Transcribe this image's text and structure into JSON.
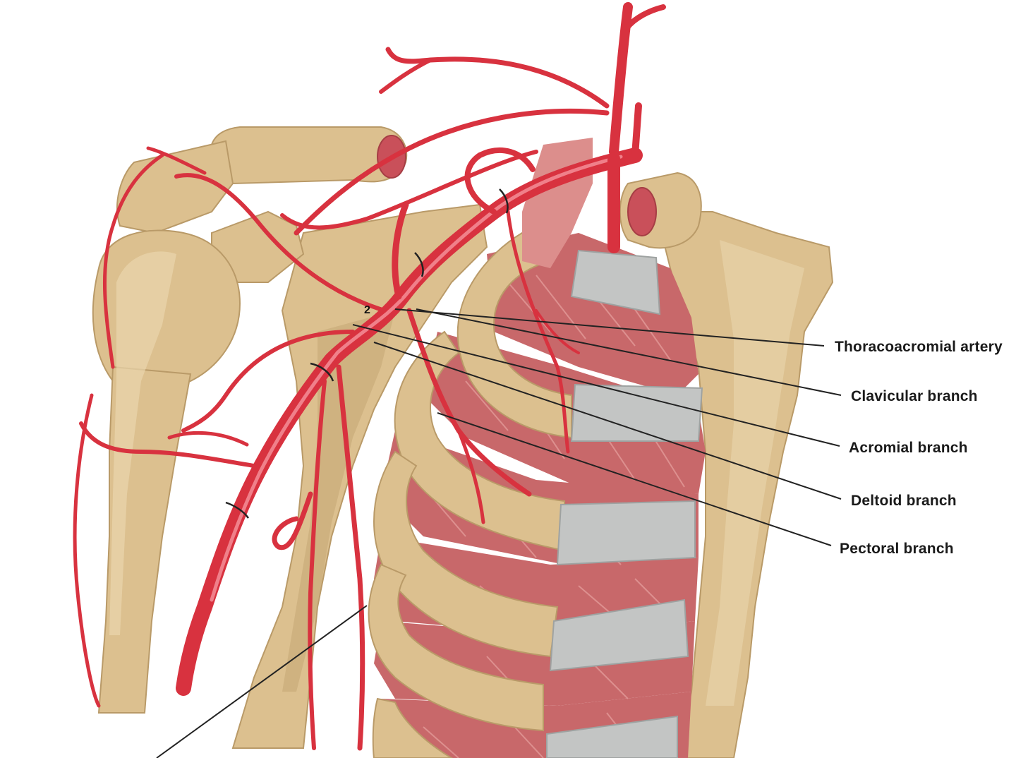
{
  "figure": {
    "region_number": "2",
    "labels": [
      "Thoracoacromial artery",
      "Clavicular branch",
      "Acromial branch",
      "Deltoid branch",
      "Pectoral branch"
    ]
  },
  "colors": {
    "artery": "#d8323f",
    "bone": "#dcc08f",
    "cartilage": "#c3c5c4",
    "muscle": "#c8686a",
    "background": "#ffffff"
  }
}
